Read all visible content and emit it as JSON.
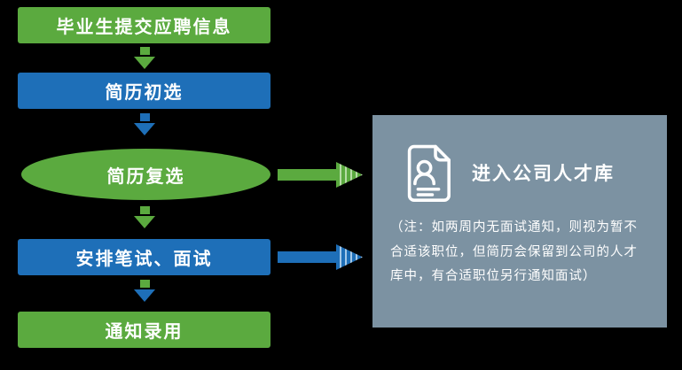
{
  "colors": {
    "background": "#000000",
    "green": "#5BAA3F",
    "blue": "#1E6FB8",
    "panel_gray_blue": "#7C92A2",
    "text": "#FFFFFF"
  },
  "flow": {
    "steps": [
      {
        "label": "毕业生提交应聘信息",
        "shape": "box",
        "color": "green"
      },
      {
        "label": "简历初选",
        "shape": "box",
        "color": "blue"
      },
      {
        "label": "简历复选",
        "shape": "ellipse",
        "color": "green"
      },
      {
        "label": "安排笔试、面试",
        "shape": "box",
        "color": "blue"
      },
      {
        "label": "通知录用",
        "shape": "box",
        "color": "green"
      }
    ]
  },
  "talent_panel": {
    "title": "进入公司人才库",
    "note": "（注：如两周内无面试通知，则视为暂不合适该职位，但简历会保留到公司的人才库中，有合适职位另行通知面试）",
    "icon": "document-person-icon"
  }
}
